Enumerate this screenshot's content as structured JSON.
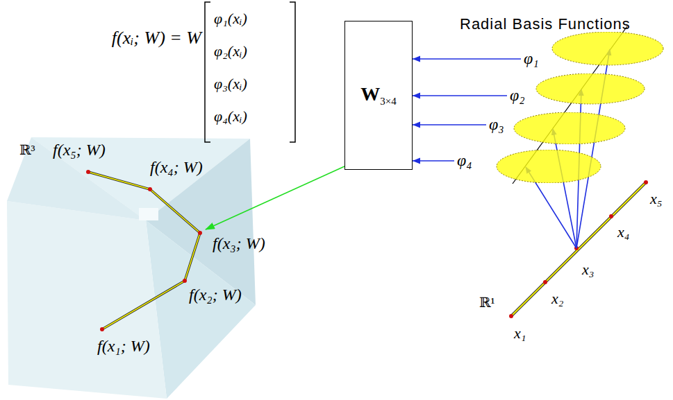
{
  "diagram": {
    "nodes": [
      {
        "text": [
          "W",
          "3×4"
        ]
      },
      {
        "text": [
          "φ₁"
        ]
      },
      {
        "text": [
          "φ₂"
        ]
      },
      {
        "text": [
          "φ₃"
        ]
      },
      {
        "text": [
          "φ₄"
        ]
      }
    ],
    "edges": [
      {
        "from": 1,
        "to": 0,
        "arrow": "to"
      },
      {
        "from": 2,
        "to": 0,
        "arrow": "to"
      },
      {
        "from": 3,
        "to": 0,
        "arrow": "to"
      },
      {
        "from": 4,
        "to": 0,
        "arrow": "to"
      }
    ],
    "labels": [
      "f(xᵢ; W) = W",
      "φ₁(xᵢ)",
      "φ₂(xᵢ)",
      "φ₃(xᵢ)",
      "φ₄(xᵢ)",
      "Radial Basis Functions",
      "ℝ³",
      "f(x₅; W)",
      "f(x₄; W)",
      "f(x₃; W)",
      "f(x₂; W)",
      "f(x₁; W)",
      "ℝ¹",
      "x₁",
      "x₂",
      "x₃",
      "x₄",
      "x₅"
    ]
  }
}
